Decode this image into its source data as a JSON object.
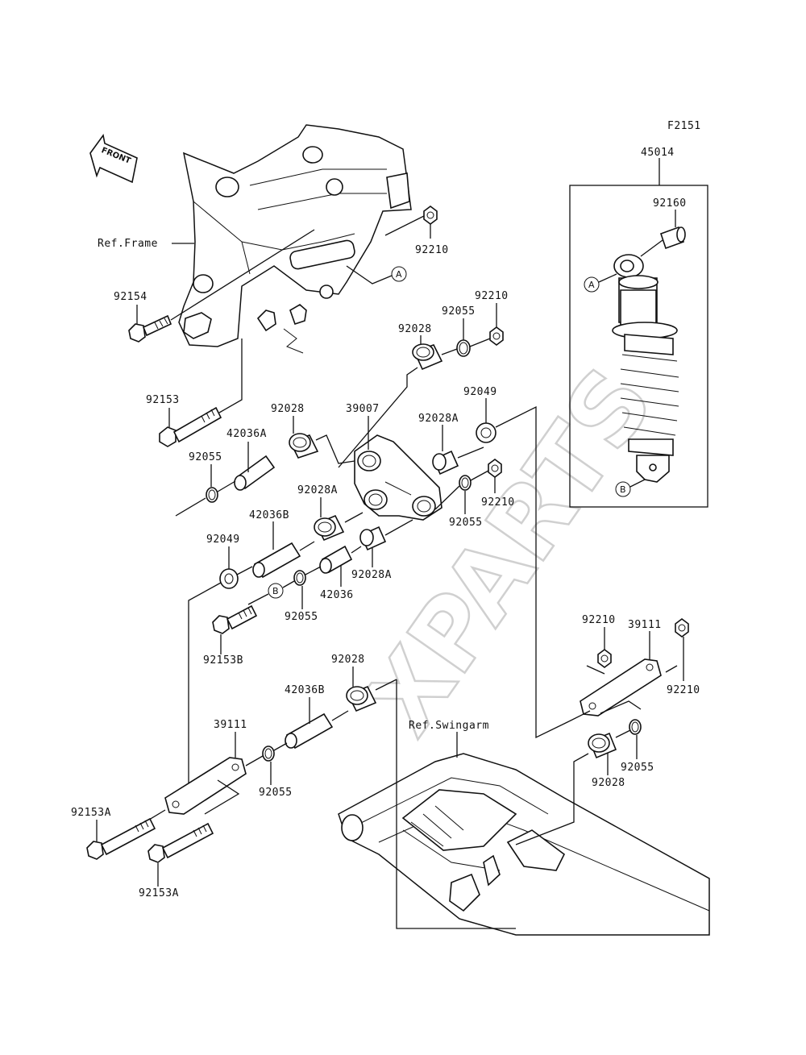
{
  "figure_code": "F2151",
  "front_label": "FRONT",
  "watermark": "XPARTS",
  "ref_frame_label": "Ref.Frame",
  "ref_swingarm_label": "Ref.Swingarm",
  "marker_a": "A",
  "marker_b": "B",
  "parts": {
    "p45014": "45014",
    "p92160": "92160",
    "p92210_top": "92210",
    "p92154": "92154",
    "p92210_b": "92210",
    "p92055_a": "92055",
    "p92028_a": "92028",
    "p92153": "92153",
    "p92028_b": "92028",
    "p39007": "39007",
    "p92049_a": "92049",
    "p42036A": "42036A",
    "p92028A_a": "92028A",
    "p92055_b": "92055",
    "p92028A_b": "92028A",
    "p92210_c": "92210",
    "p42036B_a": "42036B",
    "p92055_c": "92055",
    "p92049_b": "92049",
    "p92028A_c": "92028A",
    "p42036": "42036",
    "p92055_d": "92055",
    "p92153B": "92153B",
    "p92210_d": "92210",
    "p39111_a": "39111",
    "p92210_e": "92210",
    "p92028_c": "92028",
    "p42036B_b": "42036B",
    "p39111_b": "39111",
    "p92055_e": "92055",
    "p92028_d": "92028",
    "p92055_f": "92055",
    "p92153A_a": "92153A",
    "p92153A_b": "92153A"
  }
}
